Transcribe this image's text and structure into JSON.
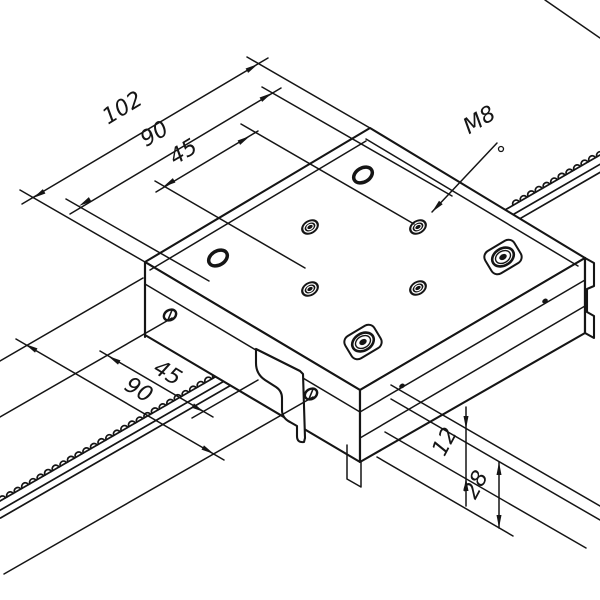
{
  "drawing": {
    "background": "#ffffff",
    "line_color": "#151515",
    "dimensions": {
      "top": [
        {
          "label": "102"
        },
        {
          "label": "90"
        },
        {
          "label": "45"
        }
      ],
      "bottom_left": [
        {
          "label": "45"
        },
        {
          "label": "90"
        }
      ],
      "bottom_right": [
        {
          "label": "12"
        },
        {
          "label": "28"
        }
      ],
      "thread_callout": {
        "label": "M8"
      }
    }
  }
}
